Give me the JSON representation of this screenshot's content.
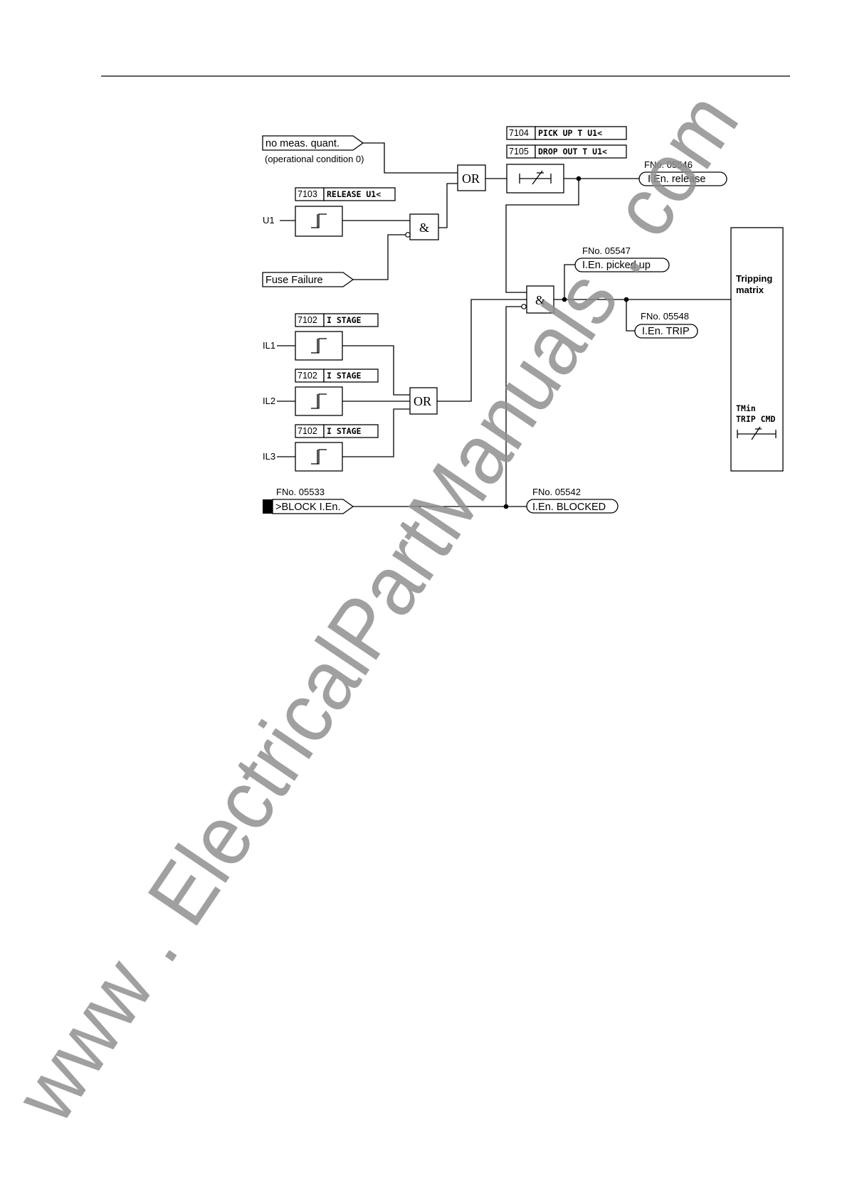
{
  "inputs": {
    "no_meas": "no meas. quant.",
    "op_condition": "(operational condition 0)",
    "u1": "U1",
    "fuse_failure": "Fuse Failure",
    "il1": "IL1",
    "il2": "IL2",
    "il3": "IL3",
    "block": ">BLOCK I.En."
  },
  "params": {
    "release_num": "7103",
    "release_label": "RELEASE U1<",
    "pickup_num": "7104",
    "pickup_label": "PICK UP T U1<",
    "dropout_num": "7105",
    "dropout_label": "DROP OUT T U1<",
    "istage_num": "7102",
    "istage_label": "I STAGE"
  },
  "gates": {
    "or": "OR",
    "and": "&"
  },
  "outputs": {
    "release_fno": "FNo. 05546",
    "release": "I.En. release",
    "pickedup_fno": "FNo. 05547",
    "pickedup": "I.En. picked up",
    "trip_fno": "FNo. 05548",
    "trip": "I.En. TRIP",
    "block_in_fno": "FNo. 05533",
    "blocked_fno": "FNo. 05542",
    "blocked": "I.En. BLOCKED"
  },
  "tripping_matrix": {
    "title_line1": "Tripping",
    "title_line2": "matrix",
    "tmin_line1": "TMin",
    "tmin_line2": "TRIP CMD"
  },
  "watermark": "www . ElectricalPartManuals . com"
}
